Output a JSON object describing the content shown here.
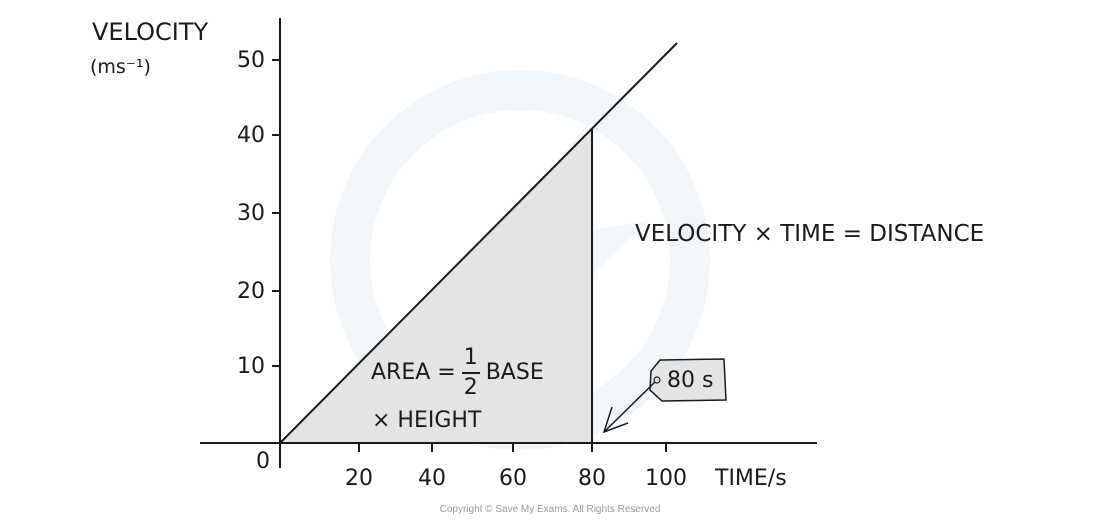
{
  "chart_data": {
    "type": "line",
    "title": "",
    "xlabel": "TIME/s",
    "ylabel": "VELOCITY (ms⁻¹)",
    "x_ticks": [
      0,
      20,
      40,
      60,
      80,
      100
    ],
    "y_ticks": [
      0,
      10,
      20,
      30,
      40,
      50
    ],
    "xlim": [
      0,
      100
    ],
    "ylim": [
      0,
      50
    ],
    "grid": false,
    "series": [
      {
        "name": "velocity",
        "x": [
          0,
          20,
          40,
          60,
          80,
          100
        ],
        "y": [
          0,
          10,
          20,
          30,
          40,
          50
        ]
      }
    ],
    "shaded_region": {
      "x_from": 0,
      "x_to": 80,
      "description": "area under line = distance"
    },
    "annotations": [
      "AREA = 1/2 BASE × HEIGHT",
      "VELOCITY × TIME = DISTANCE",
      "80 s"
    ]
  },
  "axes": {
    "y_title_line1": "VELOCITY",
    "y_title_line2": "(ms⁻¹)",
    "x_title": "TIME/s",
    "origin_label": "0",
    "y_tick_labels": [
      "50",
      "40",
      "30",
      "20",
      "10"
    ],
    "x_tick_labels": [
      "20",
      "40",
      "60",
      "80",
      "100"
    ]
  },
  "annotations": {
    "area_prefix": "AREA =",
    "area_num": "1",
    "area_den": "2",
    "area_suffix": "BASE",
    "area_line2": "× HEIGHT",
    "equation": "VELOCITY × TIME = DISTANCE",
    "tag": "80 s"
  },
  "colors": {
    "line": "#1a1a1a",
    "shade": "#e4e4e4",
    "watermark": "#f2f6f9"
  },
  "footer": {
    "copyright": "Copyright © Save My Exams. All Rights Reserved"
  }
}
